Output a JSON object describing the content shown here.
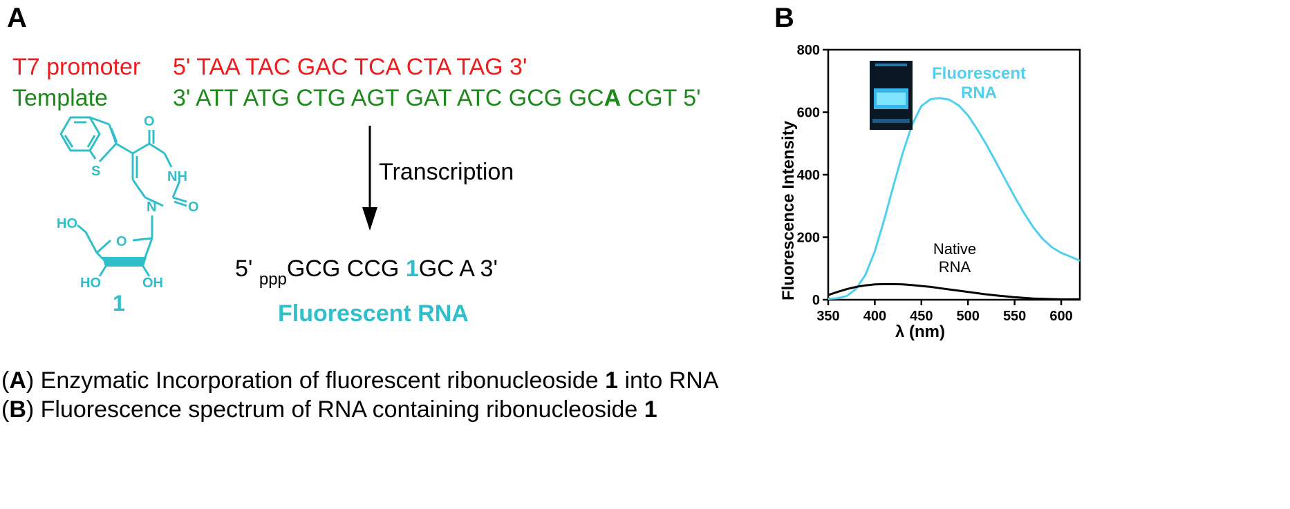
{
  "panel_a": {
    "letter": "A",
    "promoter_label": "T7 promoter",
    "promoter_seq": "5' TAA TAC GAC TCA CTA TAG 3'",
    "template_label": "Template",
    "template_seq_pre": "3' ATT ATG CTG AGT GAT ATC GCG GC",
    "template_seq_bold": "A",
    "template_seq_post": " CGT 5'",
    "arrow_label": "Transcription",
    "product_pre": "5' ",
    "product_sub": "ppp",
    "product_mid": "GCG CCG ",
    "product_bold": "1",
    "product_post": "GC A 3'",
    "product_caption": "Fluorescent RNA",
    "molecule": {
      "label_O_top": "O",
      "label_NH": "NH",
      "label_O_right": "O",
      "label_N": "N",
      "label_S": "S",
      "label_HO": "HO",
      "label_O_ring": "O",
      "label_HO_bottom": "HO",
      "label_OH_bottom": "OH",
      "compound_number": "1"
    }
  },
  "panel_b": {
    "letter": "B"
  },
  "chart_data": {
    "type": "line",
    "xlabel": "λ (nm)",
    "ylabel": "Fluorescence Intensity",
    "xlim": [
      350,
      620
    ],
    "ylim": [
      0,
      800
    ],
    "xticks": [
      "350",
      "400",
      "450",
      "500",
      "550",
      "600"
    ],
    "yticks": [
      "0",
      "200",
      "400",
      "600",
      "800"
    ],
    "series": [
      {
        "name": "Fluorescent RNA",
        "color": "#4fd0ee",
        "x": [
          350,
          360,
          370,
          380,
          390,
          400,
          410,
          420,
          430,
          440,
          450,
          460,
          470,
          480,
          490,
          500,
          510,
          520,
          530,
          540,
          550,
          560,
          570,
          580,
          590,
          600,
          610,
          620
        ],
        "y": [
          3,
          5,
          12,
          35,
          80,
          155,
          255,
          365,
          470,
          560,
          620,
          642,
          645,
          640,
          622,
          590,
          545,
          495,
          440,
          385,
          330,
          278,
          232,
          195,
          168,
          150,
          138,
          125
        ]
      },
      {
        "name": "Native RNA",
        "color": "#000000",
        "x": [
          350,
          360,
          370,
          380,
          390,
          400,
          410,
          420,
          430,
          440,
          450,
          460,
          470,
          480,
          490,
          500,
          510,
          520,
          530,
          540,
          550,
          560,
          570,
          580,
          590,
          600,
          610,
          620
        ],
        "y": [
          15,
          25,
          34,
          41,
          46,
          49,
          50,
          50,
          49,
          47,
          44,
          41,
          37,
          33,
          29,
          25,
          21,
          17,
          14,
          11,
          8,
          6,
          4,
          3,
          2,
          1,
          1,
          1
        ]
      }
    ],
    "annotations": [
      {
        "text_line1": "Fluorescent",
        "text_line2": "RNA",
        "color": "#4fd0ee"
      },
      {
        "text_line1": "Native",
        "text_line2": "RNA",
        "color": "#000000"
      }
    ],
    "grid": false
  },
  "caption": {
    "a_letter": "A",
    "a_text_pre": ") Enzymatic Incorporation of fluorescent ribonucleoside ",
    "a_bold": "1",
    "a_text_post": " into RNA",
    "b_letter": "B",
    "b_text_pre": ") Fluorescence spectrum of RNA containing ribonucleoside ",
    "b_bold": "1",
    "open_paren": "("
  }
}
